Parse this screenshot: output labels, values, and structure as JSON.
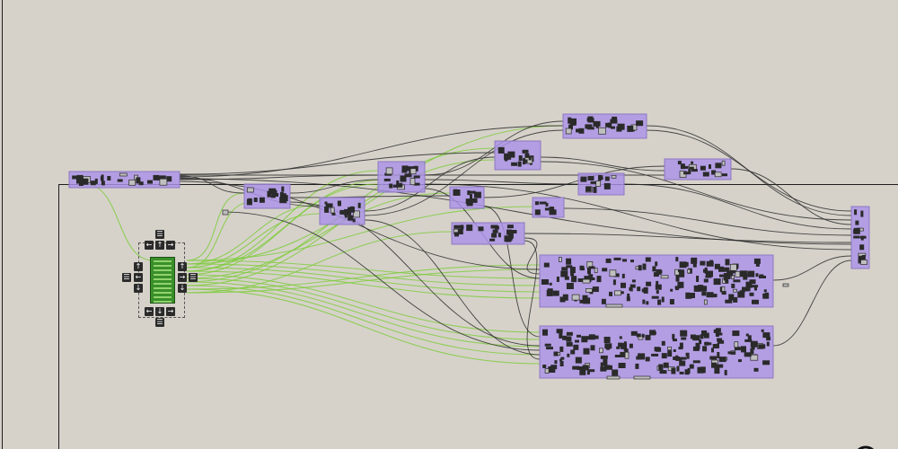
{
  "canvas": {
    "background_color": "#d6d2ca",
    "group_color": "#ab92e8",
    "wire_color_dark": "#2b2b2b",
    "wire_color_green": "#7dcc3a",
    "component_color": "#2a2a2a"
  },
  "navigation_widget": {
    "buttons": [
      {
        "name": "zoom-top",
        "icon": "list-icon",
        "glyph": "☰"
      },
      {
        "name": "left-top",
        "icon": "arrow-left-icon",
        "glyph": "←"
      },
      {
        "name": "up-top",
        "icon": "arrow-up-icon",
        "glyph": "↑"
      },
      {
        "name": "right-top",
        "icon": "arrow-right-icon",
        "glyph": "→"
      },
      {
        "name": "zoom-left",
        "icon": "list-icon",
        "glyph": "☰"
      },
      {
        "name": "up-left",
        "icon": "arrow-up-icon",
        "glyph": "↑"
      },
      {
        "name": "left-left",
        "icon": "arrow-left-icon",
        "glyph": "←"
      },
      {
        "name": "down-left",
        "icon": "arrow-down-icon",
        "glyph": "↓"
      },
      {
        "name": "zoom-right",
        "icon": "list-icon",
        "glyph": "☰"
      },
      {
        "name": "up-right",
        "icon": "arrow-up-icon",
        "glyph": "↑"
      },
      {
        "name": "right-right",
        "icon": "arrow-right-icon",
        "glyph": "→"
      },
      {
        "name": "down-right",
        "icon": "arrow-down-icon",
        "glyph": "↓"
      },
      {
        "name": "left-bottom",
        "icon": "arrow-left-icon",
        "glyph": "←"
      },
      {
        "name": "down-bottom",
        "icon": "arrow-down-icon",
        "glyph": "↓"
      },
      {
        "name": "right-bottom",
        "icon": "arrow-right-icon",
        "glyph": "→"
      },
      {
        "name": "zoom-bottom",
        "icon": "list-icon",
        "glyph": "☰"
      }
    ]
  },
  "compass": {
    "icon": "compass-icon"
  }
}
